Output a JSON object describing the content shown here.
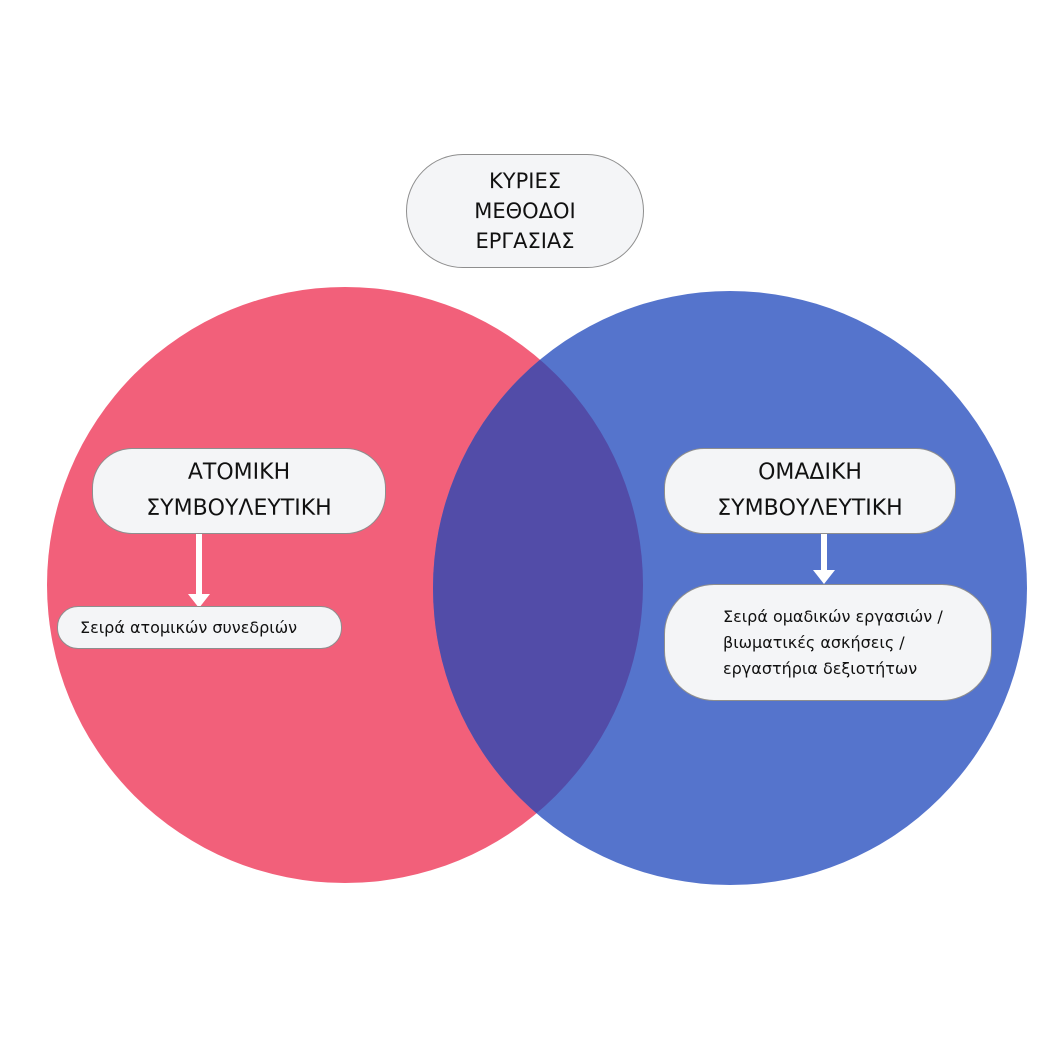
{
  "title": {
    "label": "ΚΥΡΙΕΣ ΜΕΘΟΔΟΙ ΕΡΓΑΣΙΑΣ"
  },
  "left": {
    "label": "ΑΤΟΜΙΚΗ ΣΥΜΒΟΥΛΕΥΤΙΚΗ",
    "sub_label": "Σειρά ατομικών συνεδριών",
    "color": "#f2607a"
  },
  "right": {
    "label": "ΟΜΑΔΙΚΗ ΣΥΜΒΟΥΛΕΥΤΙΚΗ",
    "sub_label": "Σειρά ομαδικών εργασιών / βιωματικές ασκήσεις / εργαστήρια δεξιοτήτων",
    "color": "#5574cc"
  },
  "overlap": {
    "color": "#524ca8"
  },
  "box": {
    "fill": "#f4f5f7",
    "border": "#8e8e8e"
  }
}
